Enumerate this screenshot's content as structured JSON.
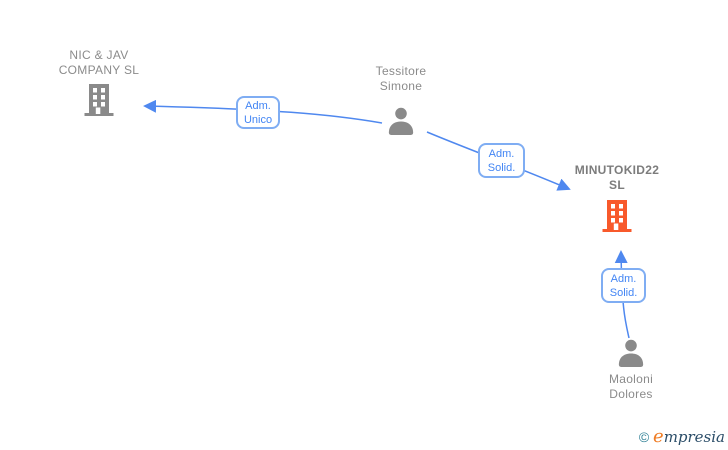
{
  "nodes": {
    "company_nic_jav": {
      "name_line1": "NIC & JAV",
      "name_line2": "COMPANY SL",
      "icon": "building-icon",
      "emphasis": false
    },
    "person_tessitore": {
      "name_line1": "Tessitore",
      "name_line2": "Simone",
      "icon": "person-icon",
      "emphasis": false
    },
    "company_minutokid22": {
      "name_line1": "MINUTOKID22",
      "name_line2": "SL",
      "icon": "building-icon",
      "emphasis": true
    },
    "person_maoloni": {
      "name_line1": "Maoloni",
      "name_line2": "Dolores",
      "icon": "person-icon",
      "emphasis": false
    }
  },
  "edges": {
    "tessitore_to_nicjav": {
      "label_line1": "Adm.",
      "label_line2": "Unico"
    },
    "tessitore_to_minutokid22": {
      "label_line1": "Adm.",
      "label_line2": "Solid."
    },
    "maoloni_to_minutokid22": {
      "label_line1": "Adm.",
      "label_line2": "Solid."
    }
  },
  "colors": {
    "node_gray": "#8a8a8a",
    "label_text_gray": "#8b8b8b",
    "company_highlight_orange": "#f8592b",
    "edge_blue": "#4f88ef",
    "edge_label_blue": "#4285f4",
    "edge_label_border": "#7fadf3",
    "watermark_teal": "#2e7f95",
    "watermark_orange": "#ef7c24",
    "watermark_navy": "#2b4d68"
  },
  "footer": {
    "copyright_symbol": "©",
    "brand_initial": "e",
    "brand_rest": "mpresia"
  }
}
